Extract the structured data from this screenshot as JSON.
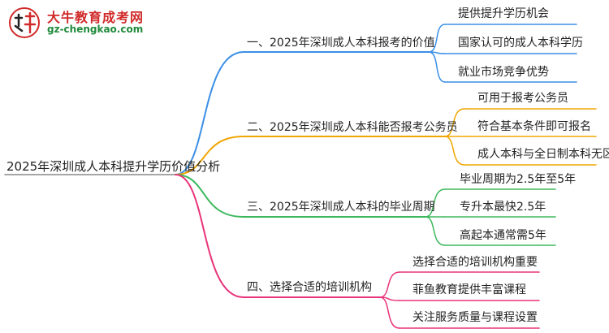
{
  "brand": {
    "name": "大牛教育成考网",
    "url": "gz-chengkao.com"
  },
  "mindmap": {
    "root": "2025年深圳成人本科提升学历价值分析",
    "branches": [
      {
        "label": "一、2025年深圳成人本科报考的价值",
        "color": "#3b8fe6",
        "leaves": [
          "提供提升学历机会",
          "国家认可的成人本科学历",
          "就业市场竞争优势"
        ]
      },
      {
        "label": "二、2025年深圳成人本科能否报考公务员",
        "color": "#f0a500",
        "leaves": [
          "可用于报考公务员",
          "符合基本条件即可报名",
          "成人本科与全日制本科无区别"
        ]
      },
      {
        "label": "三、2025年深圳成人本科的毕业周期",
        "color": "#3cb85c",
        "leaves": [
          "毕业周期为2.5年至5年",
          "专升本最快2.5年",
          "高起本通常需5年"
        ]
      },
      {
        "label": "四、选择合适的培训机构",
        "color": "#e8337a",
        "leaves": [
          "选择合适的培训机构重要",
          "菲鱼教育提供丰富课程",
          "关注服务质量与课程设置"
        ]
      }
    ]
  }
}
